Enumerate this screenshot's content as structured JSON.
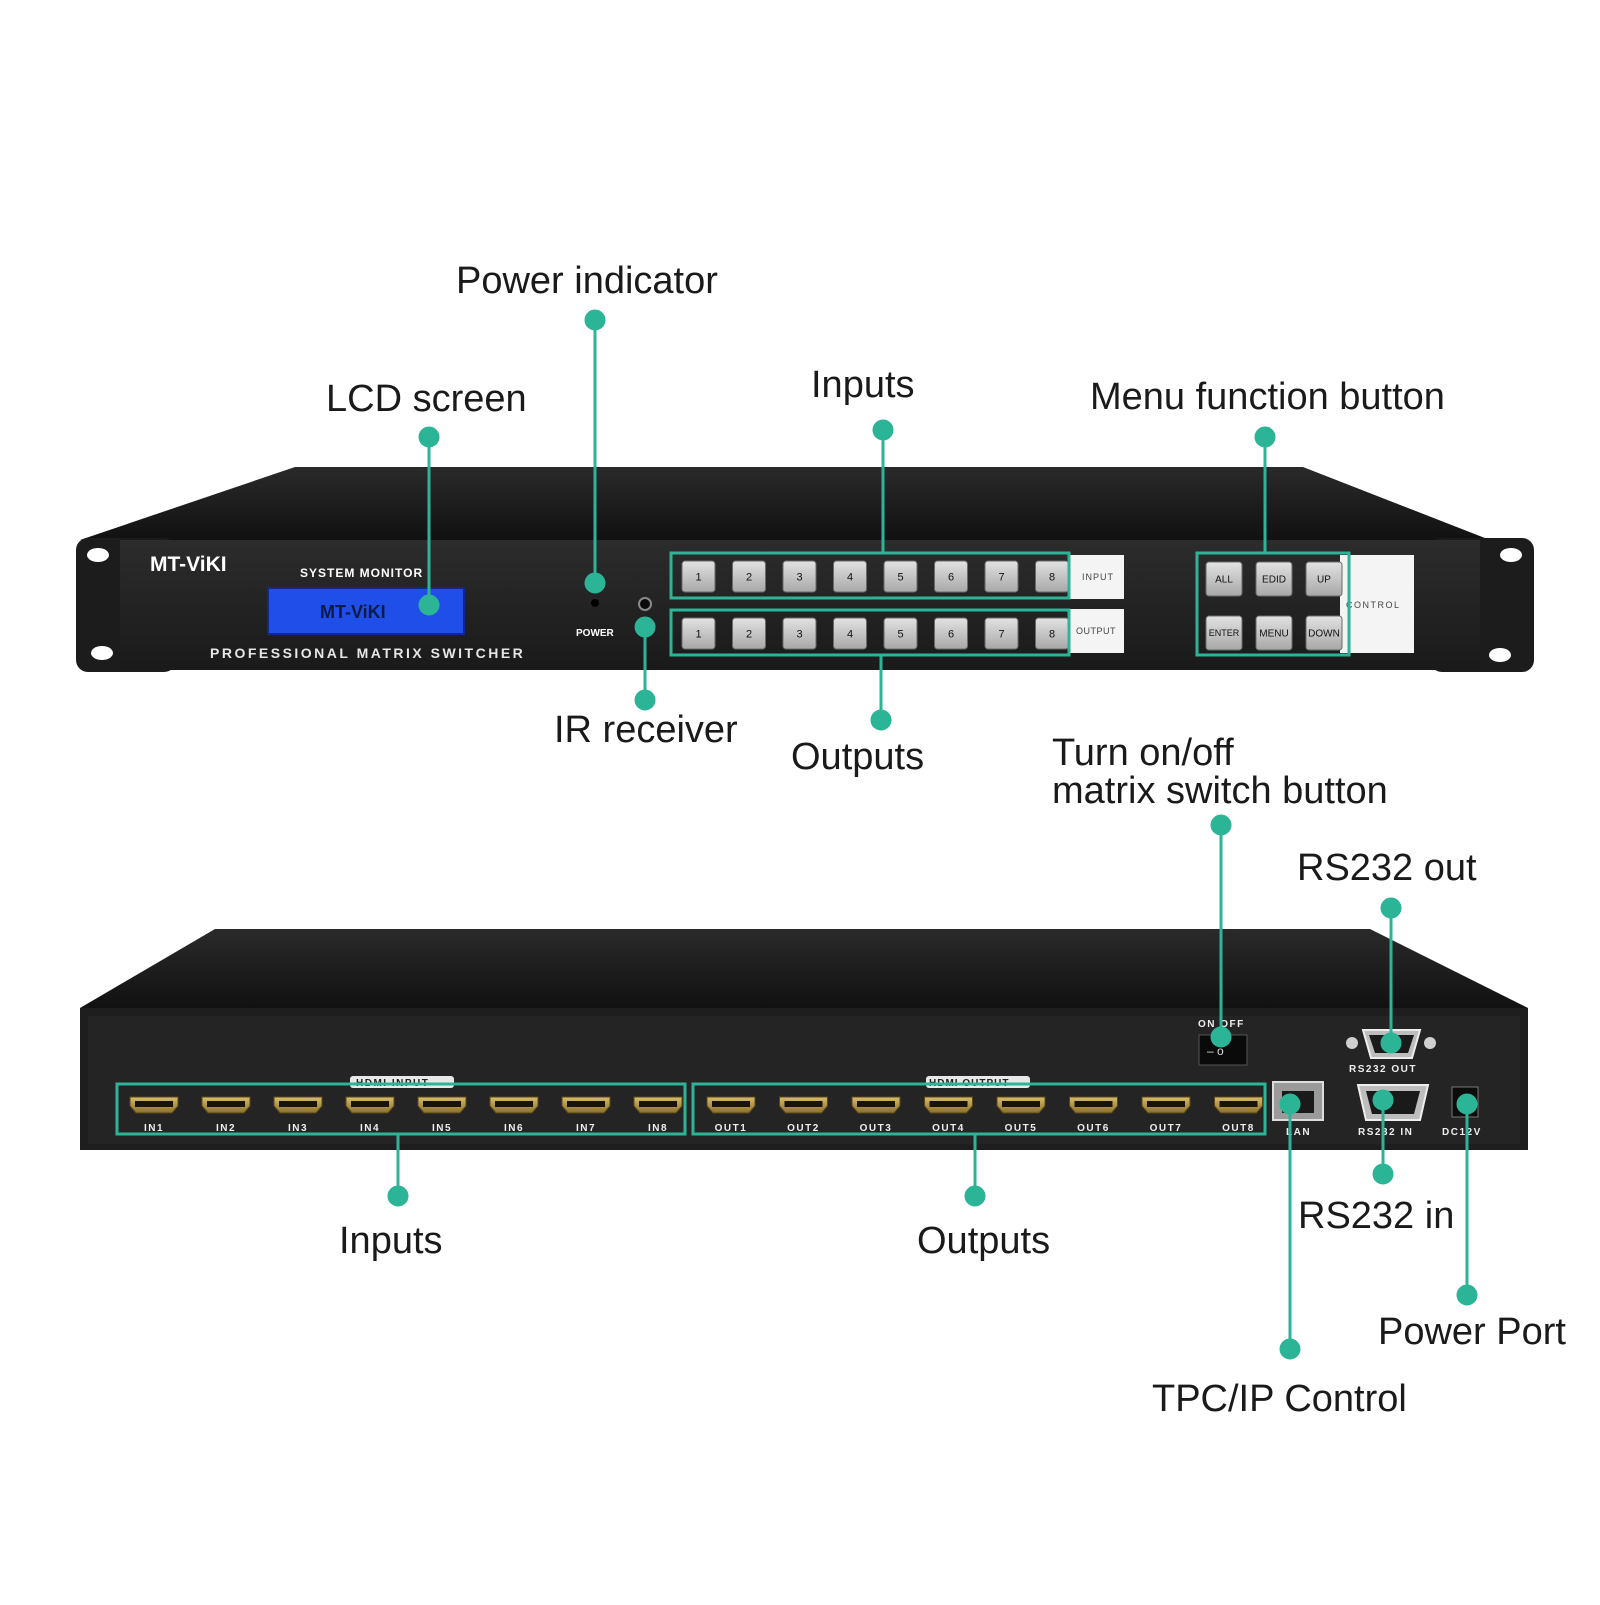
{
  "brand": "MT-ViKI",
  "front_panel": {
    "system_monitor": "SYSTEM MONITOR",
    "lcd_text": "MT-ViKI",
    "product_line": "PROFESSIONAL MATRIX SWITCHER",
    "power_label": "POWER",
    "input_label": "INPUT",
    "output_label": "OUTPUT",
    "control_label": "CONTROL",
    "input_buttons": [
      "1",
      "2",
      "3",
      "4",
      "5",
      "6",
      "7",
      "8"
    ],
    "output_buttons": [
      "1",
      "2",
      "3",
      "4",
      "5",
      "6",
      "7",
      "8"
    ],
    "menu_buttons": [
      "ALL",
      "EDID",
      "UP",
      "ENTER",
      "MENU",
      "DOWN"
    ]
  },
  "rear_panel": {
    "hdmi_input_label": "HDMI INPUT",
    "hdmi_output_label": "HDMI OUTPUT",
    "inputs": [
      "IN1",
      "IN2",
      "IN3",
      "IN4",
      "IN5",
      "IN6",
      "IN7",
      "IN8"
    ],
    "outputs": [
      "OUT1",
      "OUT2",
      "OUT3",
      "OUT4",
      "OUT5",
      "OUT6",
      "OUT7",
      "OUT8"
    ],
    "switch_label": "ON OFF",
    "lan_label": "LAN",
    "rs232_out_label": "RS232 OUT",
    "rs232_in_label": "RS232 IN",
    "dc_label": "DC12V"
  },
  "callouts": {
    "power_indicator": "Power indicator",
    "lcd_screen": "LCD screen",
    "inputs_front": "Inputs",
    "menu_function": "Menu function button",
    "ir_receiver": "IR receiver",
    "outputs_front": "Outputs",
    "turn_onoff_line1": "Turn on/off",
    "turn_onoff_line2": "matrix switch button",
    "rs232_out": "RS232 out",
    "rs232_in": "RS232 in",
    "power_port": "Power Port",
    "tcp_ip": "TPC/IP Control",
    "inputs_rear": "Inputs",
    "outputs_rear": "Outputs"
  },
  "colors": {
    "accent": "#2bb596",
    "chassis": "#1b1b1b",
    "panel": "#232323",
    "lcd": "#1f4fe8",
    "button_key": "#c9c9c9",
    "hdmi_port": "#b89a4a"
  }
}
